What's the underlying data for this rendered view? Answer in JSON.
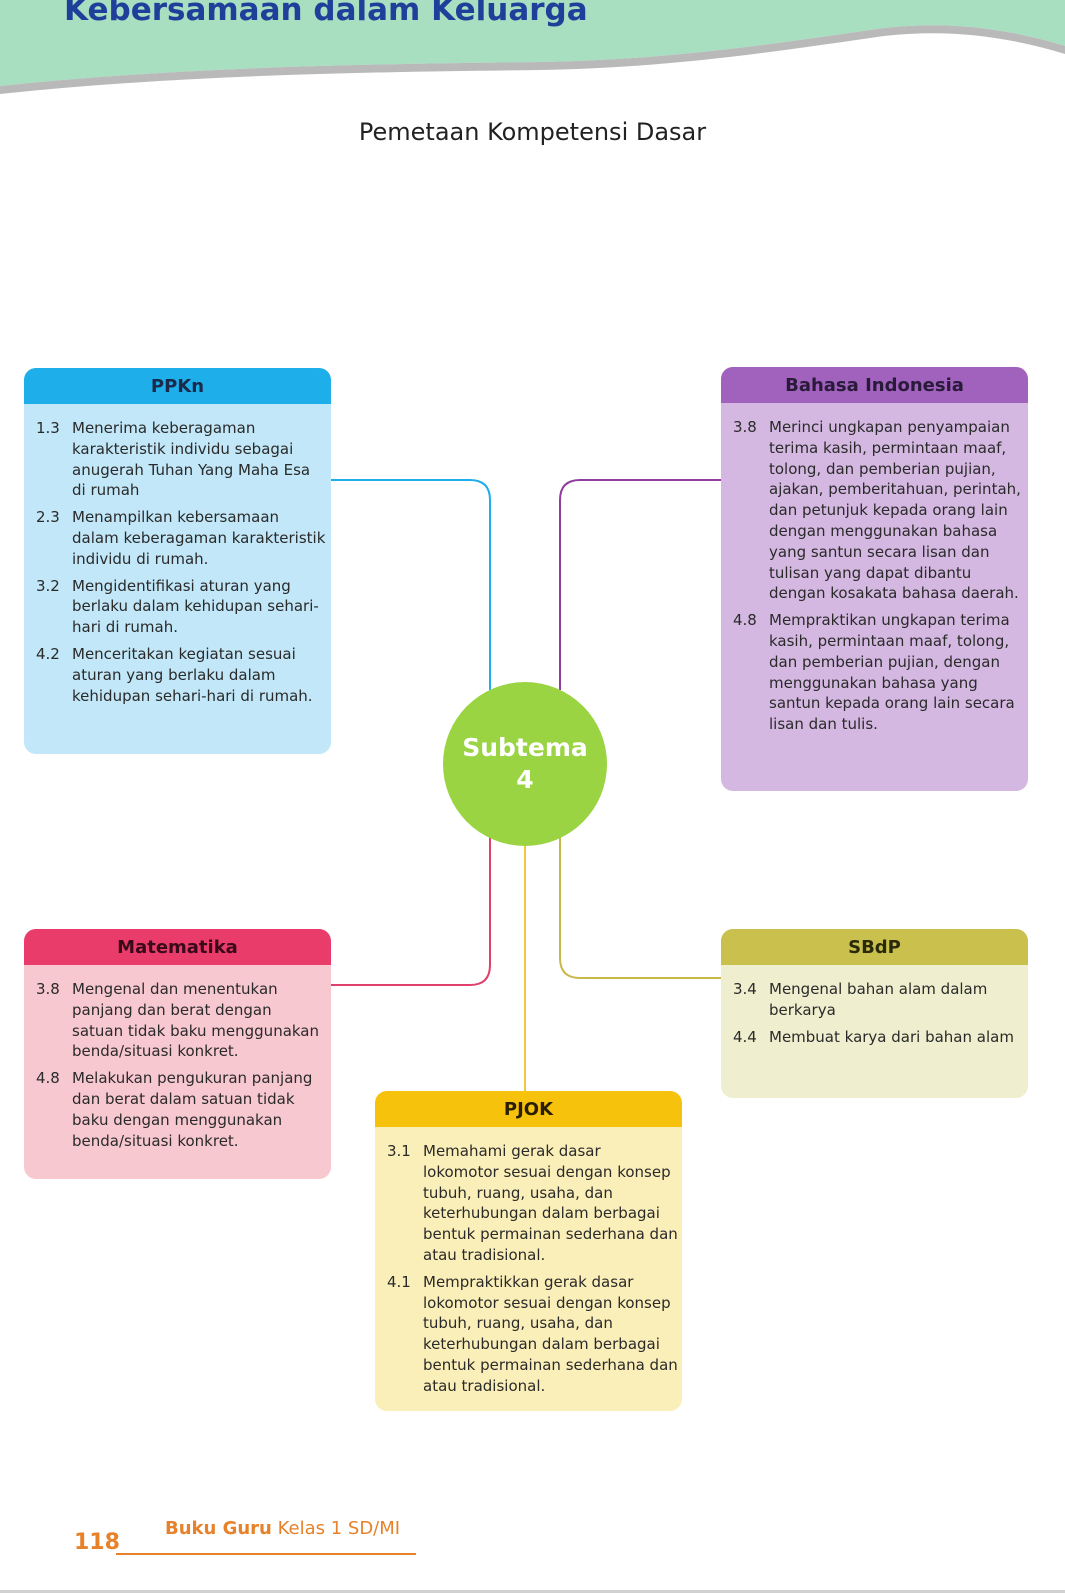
{
  "header": {
    "title": "Kebersamaan dalam Keluarga"
  },
  "page_title": "Pemetaan Kompetensi Dasar",
  "hub": {
    "line1": "Subtema",
    "line2": "4"
  },
  "cards": {
    "ppkn": {
      "title": "PPKn",
      "items": [
        {
          "num": "1.3",
          "text": "Menerima keberagaman karakteristik individu sebagai anugerah Tuhan Yang Maha Esa di rumah"
        },
        {
          "num": "2.3",
          "text": "Menampilkan kebersamaan dalam keberagaman karakteristik individu di rumah."
        },
        {
          "num": "3.2",
          "text": "Mengidentifikasi aturan yang berlaku dalam kehidupan sehari-hari di rumah."
        },
        {
          "num": "4.2",
          "text": "Menceritakan kegiatan sesuai aturan yang berlaku dalam kehidupan sehari-hari di rumah."
        }
      ]
    },
    "bind": {
      "title": "Bahasa Indonesia",
      "items": [
        {
          "num": "3.8",
          "text": "Merinci ungkapan penyampaian terima kasih, permintaan maaf, tolong, dan pemberian pujian, ajakan, pemberitahuan, perintah, dan petunjuk kepada orang lain dengan menggunakan bahasa yang santun secara lisan dan tulisan yang dapat dibantu dengan kosakata bahasa daerah."
        },
        {
          "num": "4.8",
          "text": "Mempraktikan ungkapan terima kasih, permintaan maaf, tolong, dan pemberian pujian, dengan menggunakan bahasa yang santun kepada orang lain secara lisan dan tulis."
        }
      ]
    },
    "mtk": {
      "title": "Matematika",
      "items": [
        {
          "num": "3.8",
          "text": "Mengenal dan menentukan panjang dan berat dengan satuan tidak baku menggunakan benda/situasi konkret."
        },
        {
          "num": "4.8",
          "text": "Melakukan pengukuran panjang dan berat dalam satuan tidak baku dengan menggunakan benda/situasi konkret."
        }
      ]
    },
    "sbdp": {
      "title": "SBdP",
      "items": [
        {
          "num": "3.4",
          "text": "Mengenal bahan alam dalam berkarya"
        },
        {
          "num": "4.4",
          "text": "Membuat karya dari bahan alam"
        }
      ]
    },
    "pjok": {
      "title": "PJOK",
      "items": [
        {
          "num": "3.1",
          "text": "Memahami gerak dasar lokomotor sesuai dengan konsep tubuh, ruang, usaha, dan keterhubungan dalam berbagai bentuk permainan sederhana dan atau tradisional."
        },
        {
          "num": "4.1",
          "text": "Mempraktikkan gerak dasar lokomotor sesuai dengan konsep tubuh, ruang, usaha, dan keterhubungan dalam berbagai bentuk permainan sederhana dan atau tradisional."
        }
      ]
    }
  },
  "colors": {
    "ppkn": "#1eaeea",
    "bind": "#8e3f9e",
    "mtk": "#e0406b",
    "sbdp": "#c8b84a",
    "pjok": "#f0c93a",
    "hub": "#9ad442"
  },
  "footer": {
    "page_number": "118",
    "book_bold": "Buku Guru",
    "book_rest": "Kelas 1 SD/MI"
  }
}
